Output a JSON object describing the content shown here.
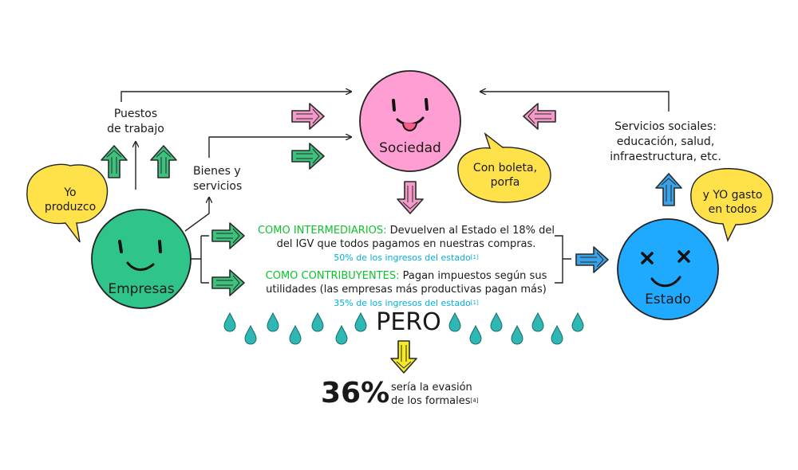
{
  "nodes": {
    "empresas": "Empresas",
    "sociedad": "Sociedad",
    "estado": "Estado"
  },
  "bubbles": {
    "yo_produzco": [
      "Yo",
      "produzco"
    ],
    "con_boleta": [
      "Con boleta,",
      "porfa"
    ],
    "yo_gasto": [
      "y YO gasto",
      "en todos"
    ]
  },
  "labels": {
    "puestos": [
      "Puestos",
      "de trabajo"
    ],
    "bienes": [
      "Bienes y",
      "servicios"
    ],
    "servicios_sociales": [
      "Servicios sociales:",
      "educación, salud,",
      "infraestructura, etc."
    ]
  },
  "intermediarios": {
    "heading": "COMO INTERMEDIARIOS:",
    "text_1": " Devuelven al Estado el 18% del",
    "text_2": "del IGV que todos pagamos en nuestras compras.",
    "stat": "50% de los ingresos del estado",
    "ref": "[1]"
  },
  "contribuyentes": {
    "heading": "COMO CONTRIBUYENTES:",
    "text_1": " Pagan impuestos según sus",
    "text_2": "utilidades (las empresas más productivas pagan más)",
    "stat": "35% de los ingresos del estado",
    "ref": "[1]"
  },
  "pero": "PERO",
  "evasion": {
    "value": "36%",
    "line_1": "sería la evasión",
    "line_2": "de los formales",
    "ref": "[4]"
  },
  "colors": {
    "green_face": "#2ec48a",
    "pink_face": "#ff9ed2",
    "blue_face": "#1fa9ff",
    "bubble_yellow": "#ffe14a",
    "arrow_green": "#3fc17e",
    "arrow_pink": "#f39ac8",
    "arrow_blue": "#3aa2e8",
    "arrow_yellow": "#f5ea2a",
    "drop": "#2fb7b4"
  },
  "icons": [
    "happy-face-icon",
    "tongue-face-icon",
    "dead-face-icon",
    "droplet-icon",
    "block-arrow-icon"
  ]
}
